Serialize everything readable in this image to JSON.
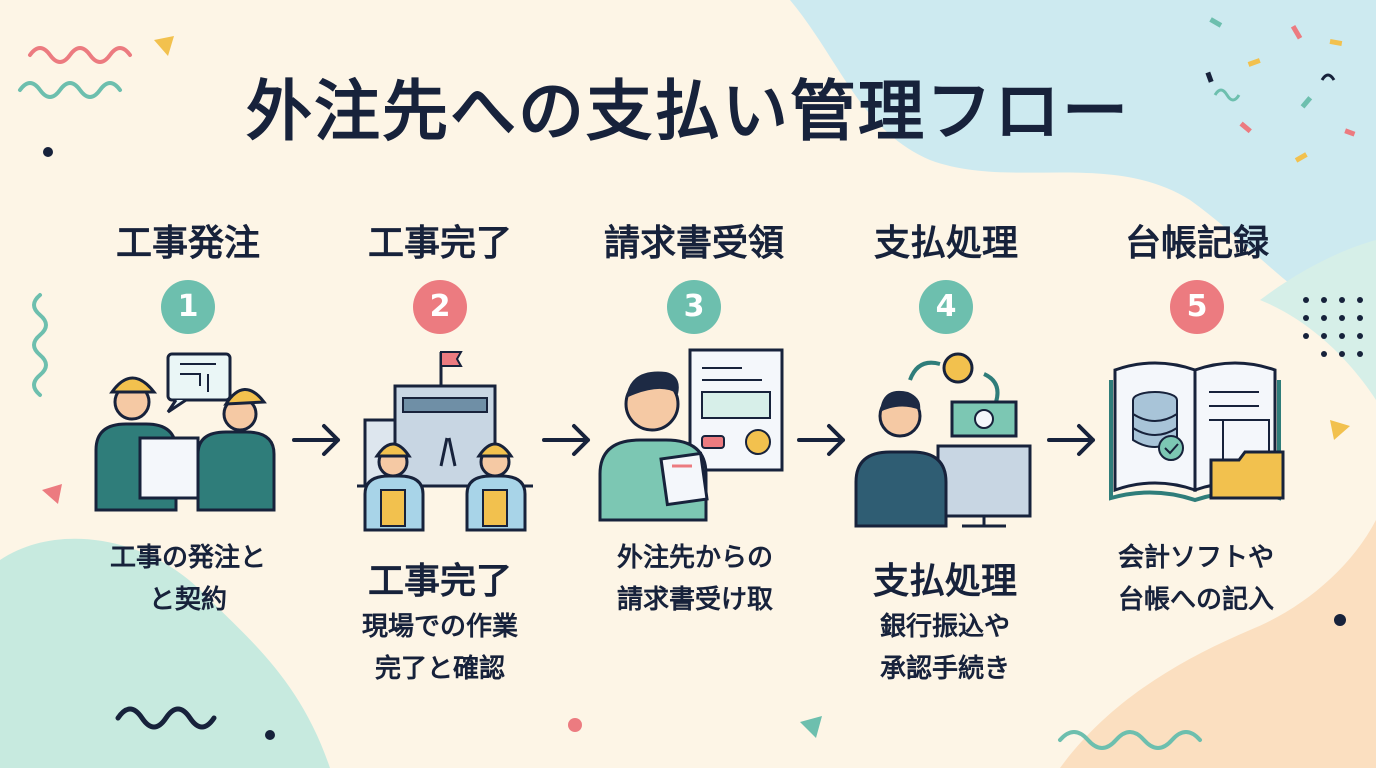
{
  "title": "外注先への支払い管理フロー",
  "steps": [
    {
      "number": "1",
      "title": "工事発注",
      "desc_lines": [
        "工事の発注と",
        "と契約"
      ],
      "color": "#6dbfae",
      "icon": "engineers-blueprint-icon"
    },
    {
      "number": "2",
      "title": "工事完了",
      "desc_heading": "工事完了",
      "desc_lines": [
        "現場での作業",
        "完了と確認"
      ],
      "color": "#ec7b80",
      "icon": "workers-highfive-building-icon"
    },
    {
      "number": "3",
      "title": "請求書受領",
      "desc_lines": [
        "外注先からの",
        "請求書受け取"
      ],
      "color": "#6dbfae",
      "icon": "man-invoice-icon"
    },
    {
      "number": "4",
      "title": "支払処理",
      "desc_heading": "支払処理",
      "desc_lines": [
        "銀行振込や",
        "承認手続き"
      ],
      "color": "#6dbfae",
      "icon": "woman-computer-payment-icon"
    },
    {
      "number": "5",
      "title": "台帳記録",
      "desc_lines": [
        "会計ソフトや",
        "台帳への記入"
      ],
      "color": "#ec7b80",
      "icon": "ledger-book-database-icon"
    }
  ],
  "colors": {
    "teal": "#6dbfae",
    "pink": "#ec7b80",
    "navy": "#17223b",
    "cream": "#fdf5e6",
    "light_blue": "#cdeaf0"
  }
}
